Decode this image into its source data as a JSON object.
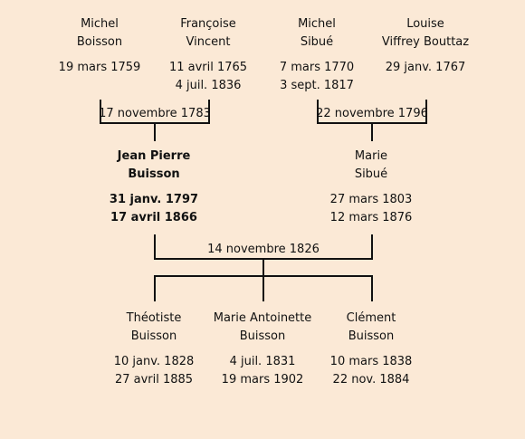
{
  "grandparents": [
    {
      "first": "Michel",
      "last": "Boisson",
      "birth": "19 mars 1759",
      "death": ""
    },
    {
      "first": "Françoise",
      "last": "Vincent",
      "birth": "11 avril 1765",
      "death": "4 juil. 1836"
    },
    {
      "first": "Michel",
      "last": "Sibué",
      "birth": "7 mars 1770",
      "death": "3 sept. 1817"
    },
    {
      "first": "Louise",
      "last": "Viffrey Bouttaz",
      "birth": "29 janv. 1767",
      "death": ""
    }
  ],
  "grandparent_marriages": [
    "17 novembre 1783",
    "22 novembre 1796"
  ],
  "parents": [
    {
      "first": "Jean Pierre",
      "last": "Buisson",
      "birth": "31 janv. 1797",
      "death": "17 avril 1866"
    },
    {
      "first": "Marie",
      "last": "Sibué",
      "birth": "27 mars 1803",
      "death": "12 mars 1876"
    }
  ],
  "parent_marriage": "14 novembre 1826",
  "children": [
    {
      "first": "Théotiste",
      "last": "Buisson",
      "birth": "10 janv. 1828",
      "death": "27 avril 1885"
    },
    {
      "first": "Marie Antoinette",
      "last": "Buisson",
      "birth": "4 juil. 1831",
      "death": "19 mars 1902"
    },
    {
      "first": "Clément",
      "last": "Buisson",
      "birth": "10 mars 1838",
      "death": "22 nov. 1884"
    }
  ]
}
